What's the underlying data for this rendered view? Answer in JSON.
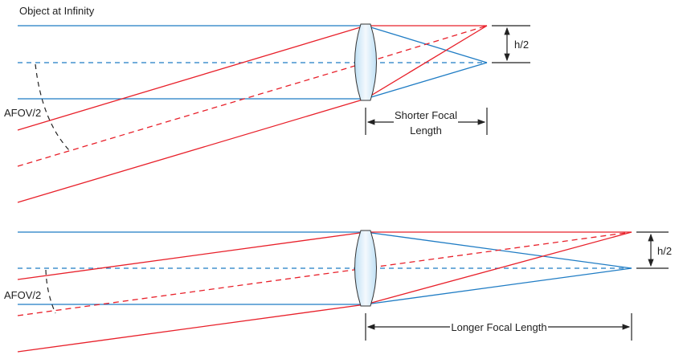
{
  "title": "Object at Infinity",
  "colors": {
    "ray_blue": "#1f7cc4",
    "ray_red": "#e8202a",
    "dimension": "#222222"
  },
  "top_diagram": {
    "angle_label": "AFOV/2",
    "height_label": "h/2",
    "focal_label_line1": "Shorter Focal",
    "focal_label_line2": "Length"
  },
  "bottom_diagram": {
    "angle_label": "AFOV/2",
    "height_label": "h/2",
    "focal_label": "Longer Focal Length"
  }
}
